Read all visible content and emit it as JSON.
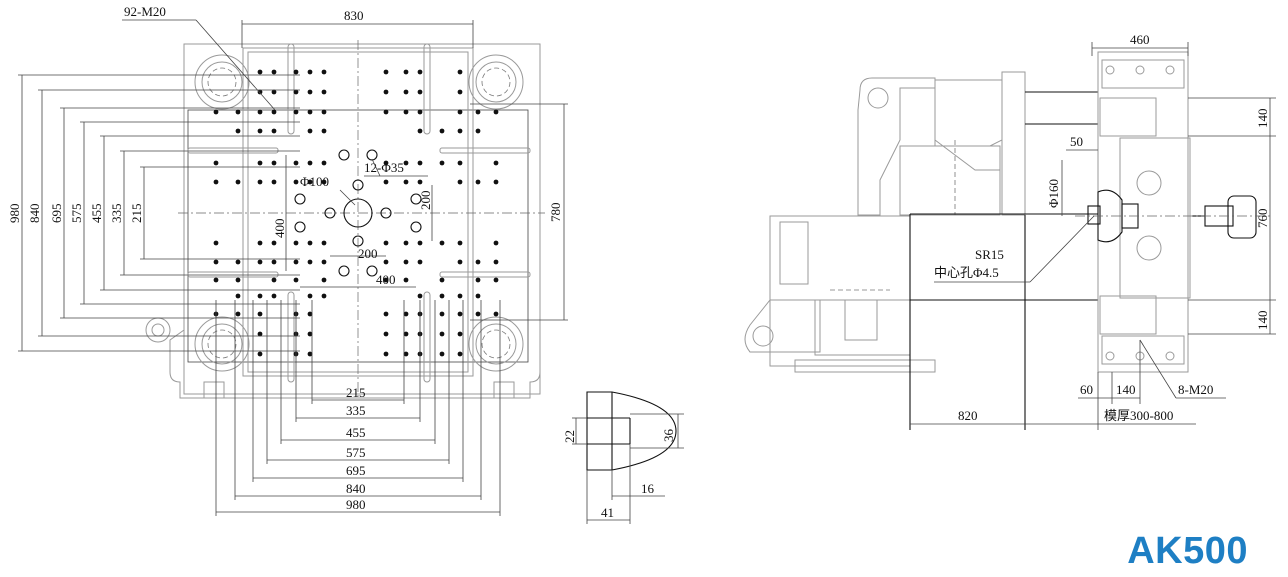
{
  "model": "AK500",
  "brand_color": "#1e7fc4",
  "front_view": {
    "thread_note": "92-M20",
    "top_dim": "830",
    "left_dims": [
      "980",
      "840",
      "695",
      "575",
      "455",
      "335",
      "215"
    ],
    "right_dim": "780",
    "bottom_dims": [
      "215",
      "335",
      "455",
      "575",
      "695",
      "840",
      "980"
    ],
    "center_hole": "Φ100",
    "ejector_holes": "12-Φ35",
    "inner_dims": {
      "v200": "200",
      "v400": "400",
      "h200": "200",
      "h400": "400"
    }
  },
  "nozzle_detail": {
    "dims": [
      "22",
      "36",
      "16",
      "41"
    ]
  },
  "side_view": {
    "top_dim": "460",
    "dim_50": "50",
    "dia_160": "Φ160",
    "sphere_radius": "SR15",
    "center_hole_note": "中心孔Φ4.5",
    "right_dims": [
      "140",
      "760",
      "140"
    ],
    "bottom_dims": [
      "60",
      "140"
    ],
    "thread_note": "8-M20",
    "dim_820": "820",
    "mould_thickness": "模厚300-800"
  }
}
